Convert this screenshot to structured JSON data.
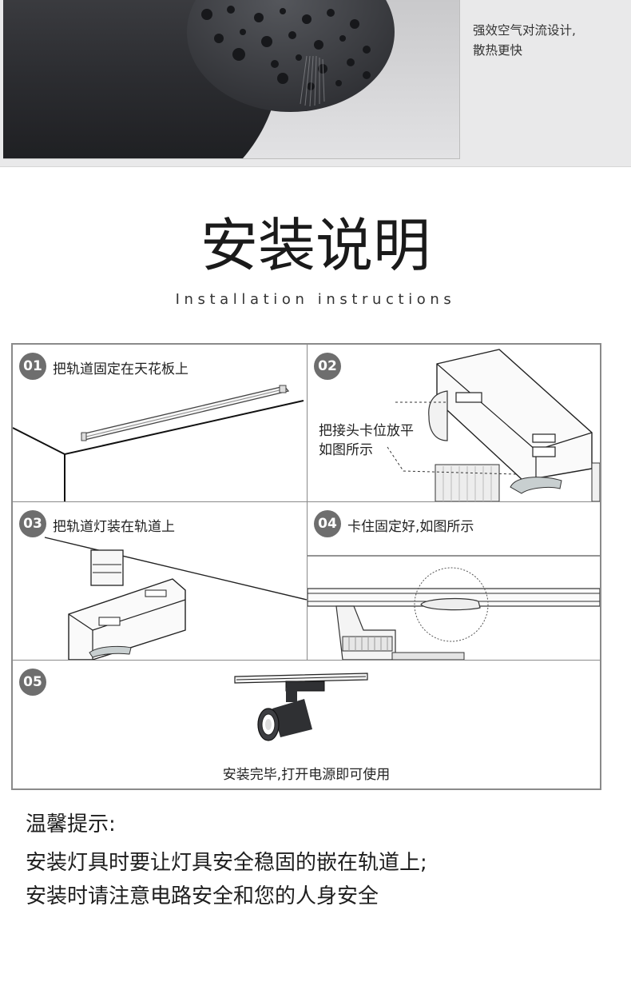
{
  "hero": {
    "caption": [
      "强效空气对流设计,",
      "散热更快"
    ]
  },
  "section": {
    "title": "安装说明",
    "subtitle": "Installation instructions"
  },
  "steps": [
    {
      "number": "01",
      "label": "把轨道固定在天花板上"
    },
    {
      "number": "02",
      "label": [
        "把接头卡位放平",
        "如图所示"
      ]
    },
    {
      "number": "03",
      "label": "把轨道灯装在轨道上"
    },
    {
      "number": "04",
      "label": "卡住固定好,如图所示"
    },
    {
      "number": "05",
      "label": "安装完毕,打开电源即可使用"
    }
  ],
  "tips": {
    "title": "温馨提示:",
    "lines": [
      "安装灯具时要让灯具安全稳固的嵌在轨道上;",
      "安装时请注意电路安全和您的人身安全"
    ]
  },
  "colors": {
    "badge": "#6e6e6e",
    "grid_border": "#8a8a8a",
    "lamp_body": "#2f3033"
  }
}
